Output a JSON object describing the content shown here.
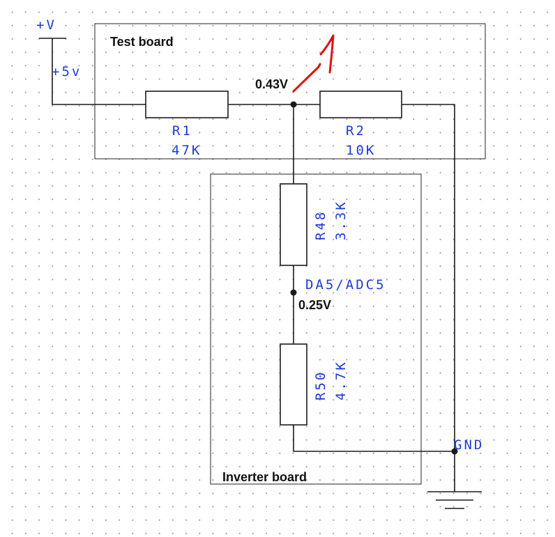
{
  "boards": {
    "test": {
      "label": "Test board"
    },
    "inverter": {
      "label": "Inverter board"
    }
  },
  "supply": {
    "symbol": "+V",
    "value": "+5v"
  },
  "components": {
    "r1": {
      "name": "R1",
      "value": "47K"
    },
    "r2": {
      "name": "R2",
      "value": "10K"
    },
    "r48": {
      "name": "R48",
      "value": "3.3K"
    },
    "r50": {
      "name": "R50",
      "value": "4.7K"
    }
  },
  "measurements": {
    "node_top": "0.43V",
    "node_adc": "0.25V"
  },
  "nets": {
    "adc": "DA5/ADC5",
    "ground": "GND"
  },
  "colors": {
    "wire": "#1a1a1a",
    "label": "#1e3cd6",
    "annotation": "#e01010",
    "measure": "#111111"
  }
}
